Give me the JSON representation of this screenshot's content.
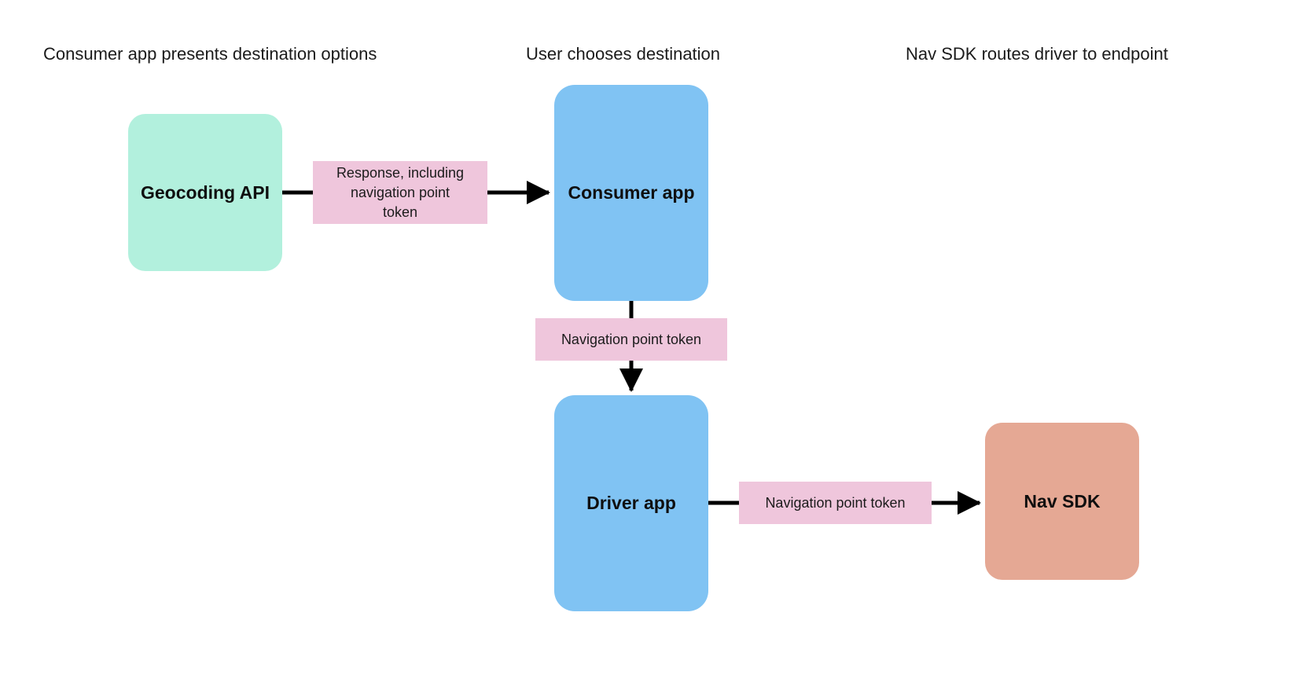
{
  "page": {
    "title": "Navigation point token hand-off flow",
    "background": "#ffffff"
  },
  "colors": {
    "node_geocoding": "#b2f0dd",
    "node_consumer": "#80c3f3",
    "node_driver": "#80c3f3",
    "node_navsdk": "#e5a894",
    "edge_label_fill": "#efc6dc",
    "connector": "#000000",
    "text": "#1b1b1b"
  },
  "captions": [
    {
      "id": "caption-1",
      "text": "Consumer app presents destination options"
    },
    {
      "id": "caption-2",
      "text": "User chooses destination"
    },
    {
      "id": "caption-3",
      "text": "Nav SDK routes driver to endpoint"
    }
  ],
  "nodes": [
    {
      "id": "geocoding-api",
      "label": "Geocoding API",
      "fill": "#b2f0dd"
    },
    {
      "id": "consumer-app",
      "label": "Consumer app",
      "fill": "#80c3f3"
    },
    {
      "id": "driver-app",
      "label": "Driver app",
      "fill": "#80c3f3"
    },
    {
      "id": "nav-sdk",
      "label": "Nav SDK",
      "fill": "#e5a894"
    }
  ],
  "edges": [
    {
      "id": "geocoding-to-consumer",
      "from": "geocoding-api",
      "to": "consumer-app",
      "direction": "right",
      "label_lines": [
        "Response, including",
        "navigation point",
        "token"
      ],
      "label_text": "Response, including navigation point token"
    },
    {
      "id": "consumer-to-driver",
      "from": "consumer-app",
      "to": "driver-app",
      "direction": "down",
      "label_lines": [
        "Navigation point token"
      ],
      "label_text": "Navigation point token"
    },
    {
      "id": "driver-to-navsdk",
      "from": "driver-app",
      "to": "nav-sdk",
      "direction": "right",
      "label_lines": [
        "Navigation point token"
      ],
      "label_text": "Navigation point token"
    }
  ]
}
